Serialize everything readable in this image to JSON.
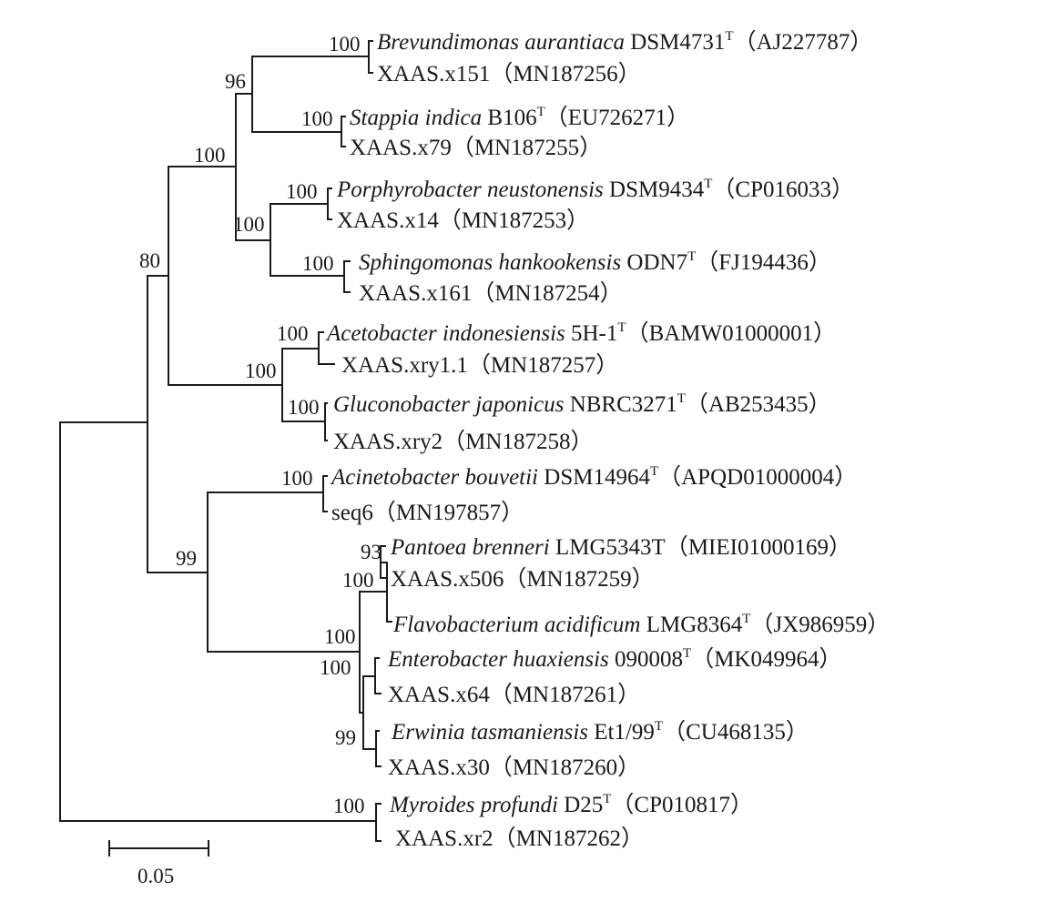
{
  "figure": {
    "scale_bar_label": "0.05",
    "leaves": [
      {
        "id": "brevundimonas",
        "species": "Brevundimonas aurantiaca",
        "strain": "DSM4731",
        "type_mark": "T",
        "accession": "（AJ227787）"
      },
      {
        "id": "x151",
        "species": "",
        "strain": "XAAS.x151",
        "type_mark": "",
        "accession": "（MN187256）"
      },
      {
        "id": "stappia",
        "species": "Stappia indica",
        "strain": "B106",
        "type_mark": "T",
        "accession": "（EU726271）"
      },
      {
        "id": "x79",
        "species": "",
        "strain": "XAAS.x79",
        "type_mark": "",
        "accession": "（MN187255）"
      },
      {
        "id": "porphyrobacter",
        "species": "Porphyrobacter neustonensis",
        "strain": "DSM9434",
        "type_mark": "T",
        "accession": "（CP016033）"
      },
      {
        "id": "x14",
        "species": "",
        "strain": "XAAS.x14",
        "type_mark": "",
        "accession": "（MN187253）"
      },
      {
        "id": "sphingomonas",
        "species": "Sphingomonas hankookensis",
        "strain": "ODN7",
        "type_mark": "T",
        "accession": "（FJ194436）"
      },
      {
        "id": "x161",
        "species": "",
        "strain": "XAAS.x161",
        "type_mark": "",
        "accession": "（MN187254）"
      },
      {
        "id": "acetobacter",
        "species": "Acetobacter indonesiensis",
        "strain": "5H-1",
        "type_mark": "T",
        "accession": "（BAMW01000001）"
      },
      {
        "id": "xry11",
        "species": "",
        "strain": "XAAS.xry1.1",
        "type_mark": "",
        "accession": "（MN187257）"
      },
      {
        "id": "gluconobacter",
        "species": "Gluconobacter japonicus",
        "strain": "NBRC3271",
        "type_mark": "T",
        "accession": "（AB253435）"
      },
      {
        "id": "xry2",
        "species": "",
        "strain": "XAAS.xry2",
        "type_mark": "",
        "accession": "（MN187258）"
      },
      {
        "id": "acinetobacter",
        "species": "Acinetobacter bouvetii",
        "strain": "DSM14964",
        "type_mark": "T",
        "accession": "（APQD01000004）"
      },
      {
        "id": "seq6",
        "species": "",
        "strain": "seq6",
        "type_mark": "",
        "accession": "（MN197857）"
      },
      {
        "id": "pantoea",
        "species": "Pantoea brenneri",
        "strain": "LMG5343T",
        "type_mark": "",
        "accession": "（MIEI01000169）"
      },
      {
        "id": "x506",
        "species": "",
        "strain": "XAAS.x506",
        "type_mark": "",
        "accession": "（MN187259）"
      },
      {
        "id": "flavobacterium",
        "species": "Flavobacterium acidificum",
        "strain": "LMG8364",
        "type_mark": "T",
        "accession": "（JX986959）"
      },
      {
        "id": "enterobacter",
        "species": "Enterobacter huaxiensis",
        "strain": "090008",
        "type_mark": "T",
        "accession": "（MK049964）"
      },
      {
        "id": "x64",
        "species": "",
        "strain": "XAAS.x64",
        "type_mark": "",
        "accession": "（MN187261）"
      },
      {
        "id": "erwinia",
        "species": "Erwinia tasmaniensis",
        "strain": "Et1/99",
        "type_mark": "T",
        "accession": "（CU468135）"
      },
      {
        "id": "x30",
        "species": "",
        "strain": "XAAS.x30",
        "type_mark": "",
        "accession": "（MN187260）"
      },
      {
        "id": "myroides",
        "species": "Myroides profundi",
        "strain": "D25",
        "type_mark": "T",
        "accession": "（CP010817）"
      },
      {
        "id": "xr2",
        "species": "",
        "strain": "XAAS.xr2",
        "type_mark": "",
        "accession": "（MN187262）"
      }
    ],
    "bootstrap_values": [
      {
        "id": "bs-brev-x151",
        "value": "100"
      },
      {
        "id": "bs-96",
        "value": "96"
      },
      {
        "id": "bs-stappia-x79",
        "value": "100"
      },
      {
        "id": "bs-alpha1",
        "value": "100"
      },
      {
        "id": "bs-porph-x14",
        "value": "100"
      },
      {
        "id": "bs-porph-sphingo",
        "value": "100"
      },
      {
        "id": "bs-sphingo-x161",
        "value": "100"
      },
      {
        "id": "bs-80",
        "value": "80"
      },
      {
        "id": "bs-aceto-xry11",
        "value": "100"
      },
      {
        "id": "bs-aceto-glucono",
        "value": "100"
      },
      {
        "id": "bs-glucono-xry2",
        "value": "100"
      },
      {
        "id": "bs-acineto-seq6",
        "value": "100"
      },
      {
        "id": "bs-99-top",
        "value": "99"
      },
      {
        "id": "bs-93",
        "value": "93"
      },
      {
        "id": "bs-pantoea-group",
        "value": "100"
      },
      {
        "id": "bs-entero-group-a",
        "value": "100"
      },
      {
        "id": "bs-entero-group-b",
        "value": "100"
      },
      {
        "id": "bs-erwinia",
        "value": "99"
      },
      {
        "id": "bs-myroides",
        "value": "100"
      }
    ]
  }
}
